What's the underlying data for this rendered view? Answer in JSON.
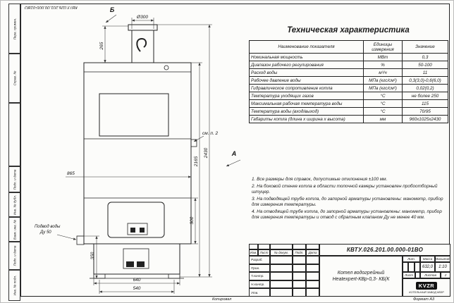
{
  "frame": {
    "flipped_doc_number": "КВТУ.026.201.00.000-01ВО",
    "stamps": [
      "Перв. примен.",
      "Справ. №",
      "",
      "Подп. и дата",
      "Инв. № дубл.",
      "Взам. инв. №",
      "Подп. и дата",
      "Инв. № подл."
    ],
    "copied_label": "Копировал",
    "format_label": "Формат А3"
  },
  "drawing": {
    "view_b": "Б",
    "view_a": "А",
    "see_note": "см. п. 2",
    "water_label_1": "Подвод воды",
    "water_label_2": "Ду 50",
    "dims": {
      "flue": "Ø300",
      "flue_h": "265",
      "width": "865",
      "h_body": "2165",
      "h_total": "2430",
      "h_door": "300",
      "h_pipe": "350",
      "base_w": "640",
      "feet_w": "540"
    }
  },
  "spec": {
    "title": "Техническая характеристика",
    "headers": [
      "Наименование показателя",
      "Единицы измерения",
      "Значение"
    ],
    "rows": [
      [
        "Номинальная мощность",
        "МВт",
        "0,3"
      ],
      [
        "Диапазон рабочего регулирования",
        "%",
        "50-100"
      ],
      [
        "Расход воды",
        "м³/ч",
        "11"
      ],
      [
        "Рабочее давление воды",
        "МПа (кгс/см²)",
        "0,3(3,0)-0,6(6,0)"
      ],
      [
        "Гидравлическое сопротивление котла",
        "МПа (кгс/см²)",
        "0,02(0,2)"
      ],
      [
        "Температура уходящих газов",
        "°С",
        "не более 250"
      ],
      [
        "Максимальная рабочая температура воды",
        "°С",
        "115"
      ],
      [
        "Температура воды (вход/выход)",
        "°С",
        "70/95"
      ],
      [
        "Габариты котла (длина х ширина х высота)",
        "мм",
        "960х1025х2430"
      ]
    ]
  },
  "notes": [
    "1.  Все размеры для справок, допустимые отклонения ±100 мм.",
    "2.  На боковой стенке котла в области топочной камеры установлен пробоотборный штуцер.",
    "3.  На подводящей трубе котла, до запорной арматуры установлены: манометр, прибор для измерения температуры.",
    "4.  На отводящей трубе котла, до запорной арматуры установлены: манометр, прибор для измерения температуры и отвод с обратным клапаном Ду не менее 40 мм."
  ],
  "title_block": {
    "doc_number": "КВТУ.026.201.00.000-01ВО",
    "product_name_1": "Котел водогрейный",
    "product_name_2": "Heatexpert-КВр-0,3- КБ(К",
    "rev_headers": [
      "Изм.",
      "Лист",
      "№ докум.",
      "Подп.",
      "Дата"
    ],
    "staff": [
      "Разраб.",
      "Пров.",
      "Т.контр.",
      "Н.контр.",
      "Утв."
    ],
    "lit_label": "Лит.",
    "mass_label": "Масса",
    "scale_label": "Масштаб",
    "mass": "632,0",
    "scale": "1:10",
    "sheet_label": "Лист",
    "sheets_label": "Листов",
    "sheets": "2",
    "logo": "KVZR",
    "company": "КОТЕЛЬНЫЙ ЗАВОД КВЗР"
  }
}
